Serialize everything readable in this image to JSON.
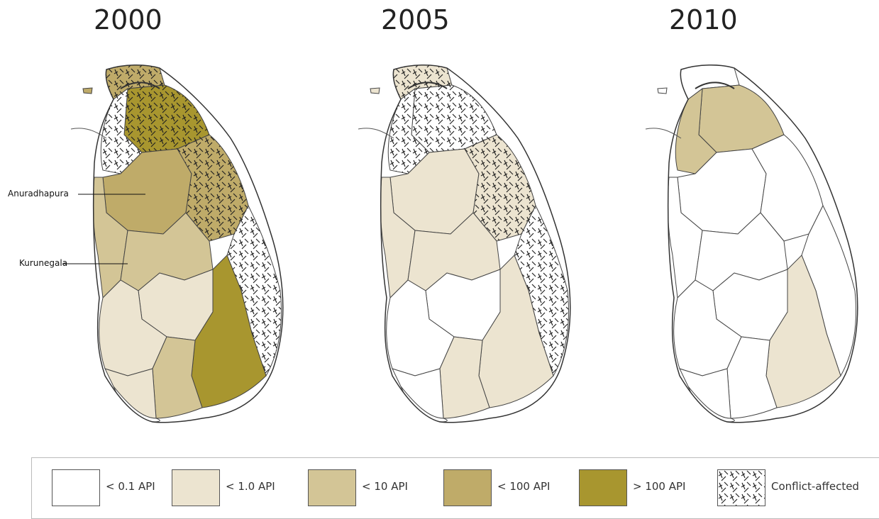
{
  "years": [
    "2000",
    "2005",
    "2010"
  ],
  "callouts": {
    "anuradhapura": "Anuradhapura",
    "kurunegala": "Kurunegala"
  },
  "legend": [
    {
      "label": "< 0.1 API",
      "color": "#ffffff"
    },
    {
      "label": "< 1.0 API",
      "color": "#ece4d0"
    },
    {
      "label": "< 10 API",
      "color": "#d3c596"
    },
    {
      "label": "< 100 API",
      "color": "#bfab69"
    },
    {
      "label": "> 100 API",
      "color": "#a8962f"
    },
    {
      "label": "Conflict-affected",
      "color": "#ffffff",
      "pattern": "hatch"
    }
  ],
  "maps": [
    {
      "year": "2000",
      "levels": {
        "north_tip": 3,
        "north": 4,
        "northwest_coast": 0,
        "north_central": 3,
        "east_coast": 3,
        "northwest": 2,
        "central": 2,
        "central_hills": 1,
        "southwest": 1,
        "southeast": 4,
        "south": 2,
        "far_south": 1,
        "south_tip": 0
      },
      "conflict": [
        "north_tip",
        "north",
        "northwest_coast",
        "east_coast",
        "east"
      ]
    },
    {
      "year": "2005",
      "levels": {
        "north_tip": 1,
        "north": 0,
        "northwest_coast": 0,
        "north_central": 1,
        "east_coast": 1,
        "northwest": 1,
        "central": 1,
        "central_hills": 0,
        "southwest": 0,
        "southeast": 1,
        "south": 1,
        "far_south": 0,
        "south_tip": 0
      },
      "conflict": [
        "north_tip",
        "north",
        "northwest_coast",
        "east_coast",
        "east"
      ]
    },
    {
      "year": "2010",
      "levels": {
        "north_tip": 0,
        "north": 2,
        "northwest_coast": 2,
        "north_central": 0,
        "east_coast": 0,
        "northwest": 0,
        "central": 0,
        "central_hills": 0,
        "southwest": 0,
        "southeast": 1,
        "south": 0,
        "far_south": 0,
        "south_tip": 0
      },
      "conflict": []
    }
  ]
}
